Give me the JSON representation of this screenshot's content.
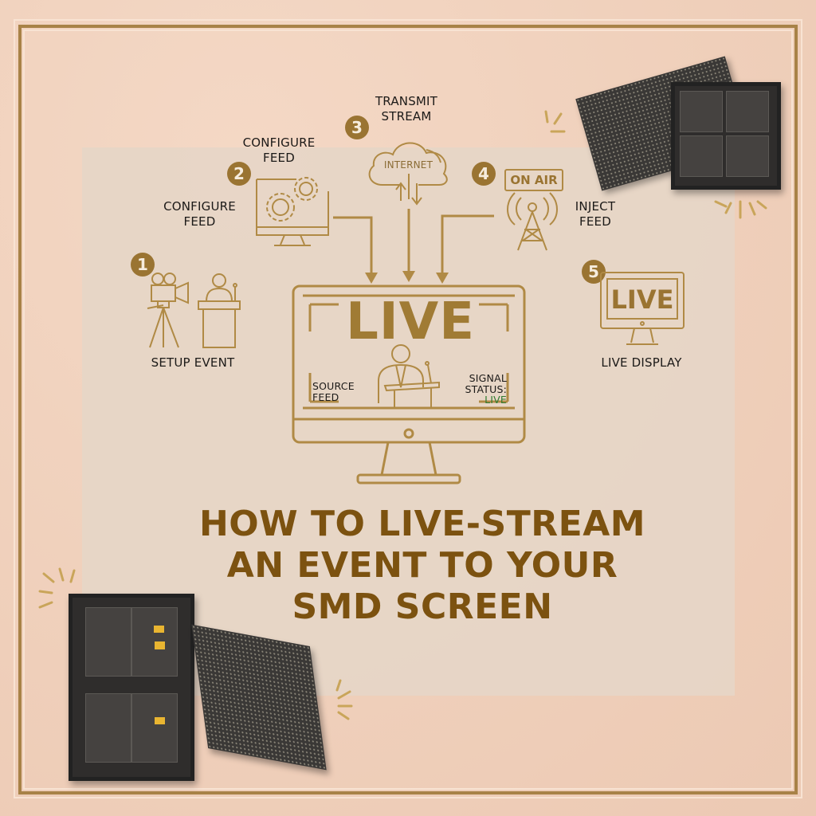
{
  "title": {
    "line1": "HOW TO LIVE-STREAM",
    "line2": "AN EVENT TO YOUR",
    "line3": "SMD SCREEN"
  },
  "steps": [
    {
      "number": "1",
      "label": "SETUP EVENT",
      "icon": "camera-podium-icon"
    },
    {
      "number": "2",
      "label_top": "CONFIGURE FEED",
      "label_left": "CONFIGURE FEED",
      "icon": "gears-monitor-icon"
    },
    {
      "number": "3",
      "label": "TRANSMIT STREAM",
      "icon": "cloud-internet-icon",
      "icon_text": "INTERNET"
    },
    {
      "number": "4",
      "label": "INJECT FEED",
      "icon": "on-air-tower-icon",
      "icon_text": "ON AIR"
    },
    {
      "number": "5",
      "label": "LIVE DISPLAY",
      "icon": "live-monitor-icon",
      "icon_text": "LIVE"
    }
  ],
  "main_monitor": {
    "headline": "LIVE",
    "source_label": "SOURCE FEED",
    "signal_label": "SIGNAL STATUS:",
    "signal_value": "LIVE"
  },
  "colors": {
    "background": "#f1d3bf",
    "panel": "#e6d6c7",
    "gold": "#b08a45",
    "title": "#7c5210",
    "signal_live": "#2f7a2f",
    "badge": "#9a7432"
  },
  "products": [
    {
      "name": "SMD LED module front and back",
      "position": "top-right"
    },
    {
      "name": "SMD LED module back and front",
      "position": "bottom-left"
    }
  ]
}
